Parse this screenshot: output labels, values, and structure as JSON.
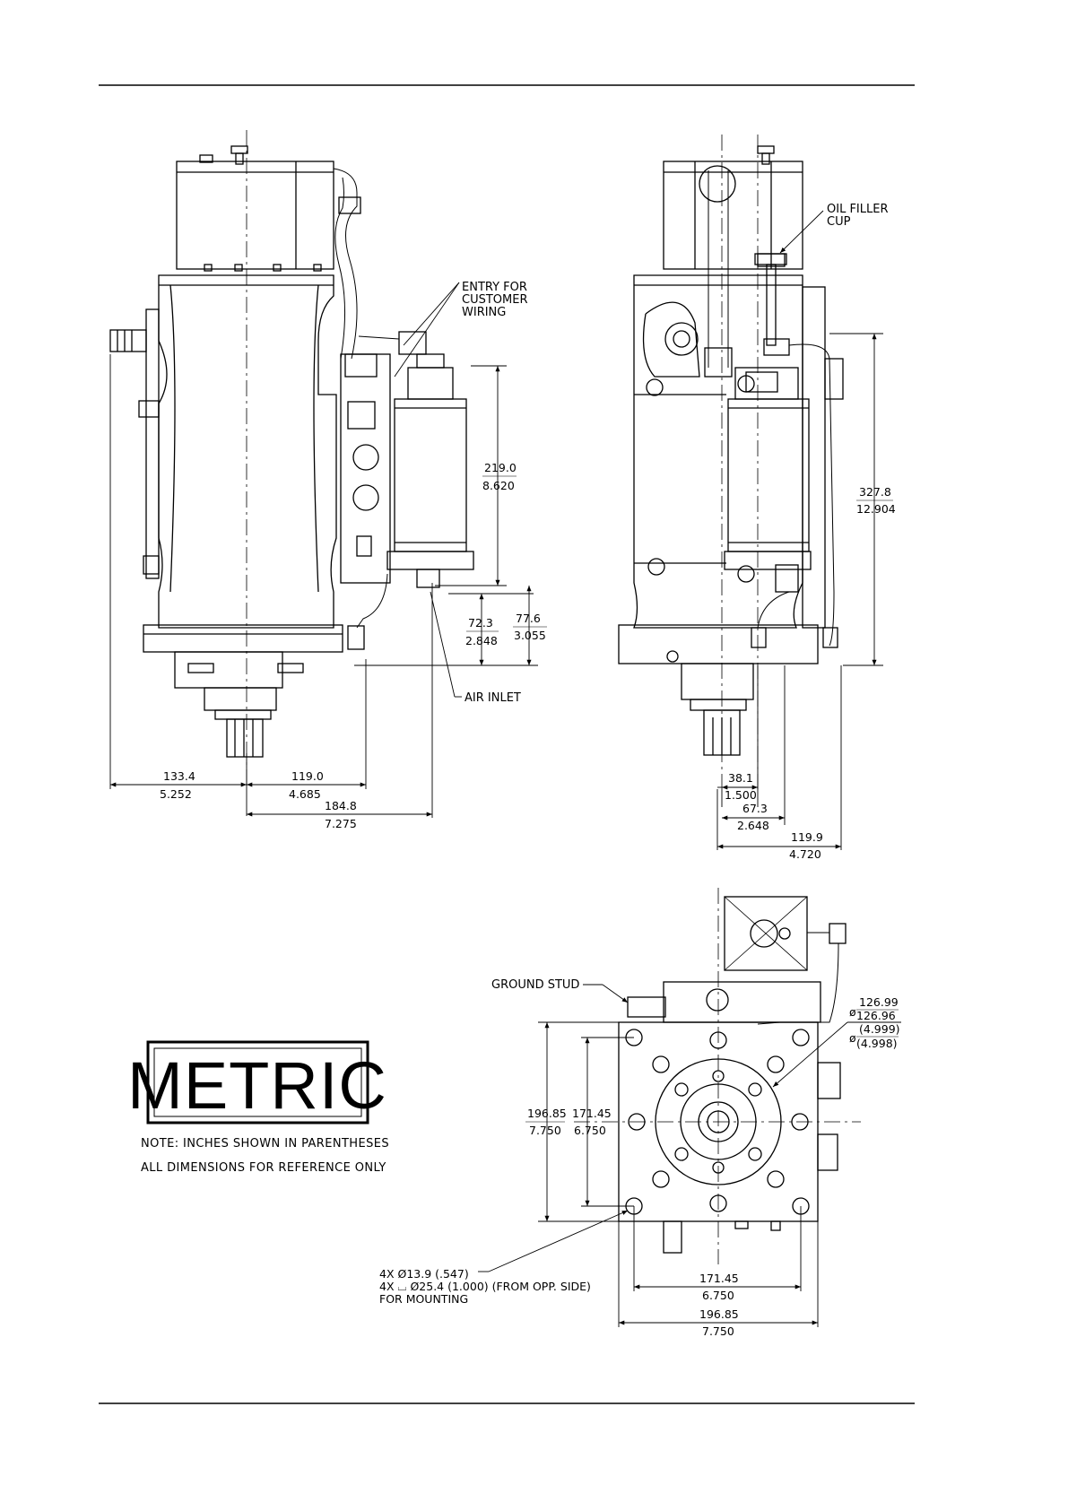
{
  "colors": {
    "ink": "#000000",
    "paper": "#ffffff"
  },
  "callouts": {
    "entry_wiring": [
      "ENTRY FOR",
      "CUSTOMER",
      "WIRING"
    ],
    "oil_filler": [
      "OIL FILLER",
      "CUP"
    ],
    "air_inlet": "AIR INLET",
    "ground_stud": "GROUND STUD",
    "mounting": [
      "4X  Ø13.9 (.547)",
      "4X  ⌴ Ø25.4 (1.000) (FROM OPP. SIDE)",
      "FOR MOUNTING"
    ]
  },
  "dims": {
    "d133_4": [
      "133.4",
      "5.252"
    ],
    "d119_0": [
      "119.0",
      "4.685"
    ],
    "d184_8": [
      "184.8",
      "7.275"
    ],
    "d219_0": [
      "219.0",
      "8.620"
    ],
    "d72_3": [
      "72.3",
      "2.848"
    ],
    "d77_6": [
      "77.6",
      "3.055"
    ],
    "d327_8": [
      "327.8",
      "12.904"
    ],
    "d38_1": [
      "38.1",
      "1.500"
    ],
    "d67_3": [
      "67.3",
      "2.648"
    ],
    "d119_9": [
      "119.9",
      "4.720"
    ],
    "d196_85v": [
      "196.85",
      "7.750"
    ],
    "d171_45v": [
      "171.45",
      "6.750"
    ],
    "d171_45h": [
      "171.45",
      "6.750"
    ],
    "d196_85h": [
      "196.85",
      "7.750"
    ],
    "pilot_mm": [
      "126.99",
      "126.96"
    ],
    "pilot_in": [
      "(4.999)",
      "(4.998)"
    ],
    "dia_sym": "ø"
  },
  "stamp": "METRIC",
  "notes": [
    "NOTE: INCHES SHOWN IN PARENTHESES",
    "ALL DIMENSIONS FOR REFERENCE ONLY"
  ]
}
